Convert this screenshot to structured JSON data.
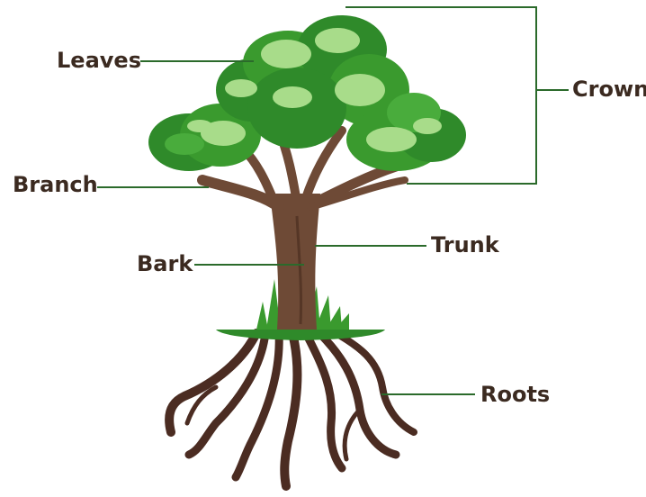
{
  "labels": {
    "leaves": "Leaves",
    "crown": "Crown",
    "branch": "Branch",
    "trunk": "Trunk",
    "bark": "Bark",
    "roots": "Roots"
  },
  "colors": {
    "leaf_dark": "#2f8a2a",
    "leaf_mid": "#49ac3c",
    "leaf_light": "#a8dc8a",
    "trunk": "#6e4a36",
    "roots": "#4b2c22",
    "grass": "#3a9a2e",
    "leader_line": "#2b6a2b",
    "label_text": "#3b2a20"
  }
}
